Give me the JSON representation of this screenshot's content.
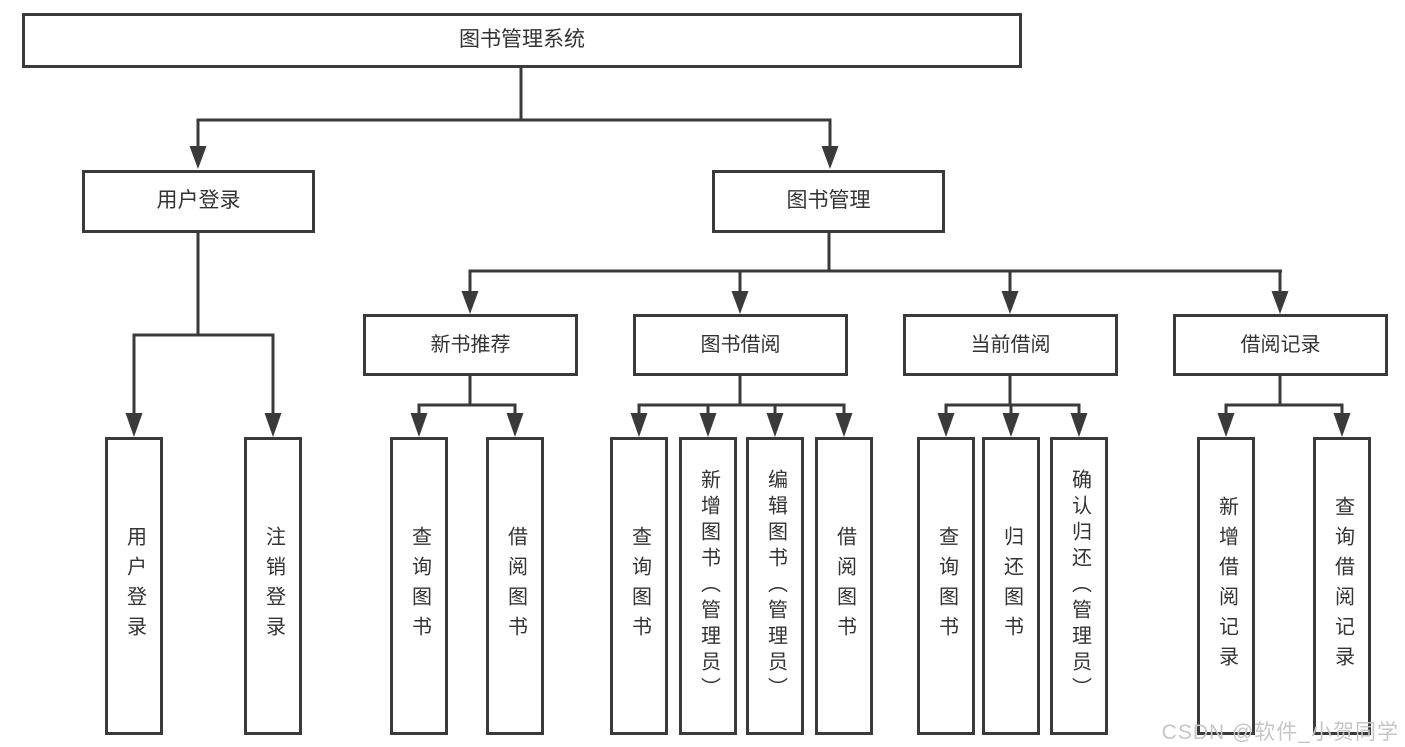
{
  "tree": {
    "root": "图书管理系统",
    "user_login": {
      "label": "用户登录",
      "leaves": [
        "用户登录",
        "注销登录"
      ]
    },
    "book_management": {
      "label": "图书管理",
      "modules": [
        {
          "label": "新书推荐",
          "leaves": [
            "查询图书",
            "借阅图书"
          ]
        },
        {
          "label": "图书借阅",
          "leaves": [
            "查询图书",
            "新增图书（管理员）",
            "编辑图书（管理员）",
            "借阅图书"
          ]
        },
        {
          "label": "当前借阅",
          "leaves": [
            "查询图书",
            "归还图书",
            "确认归还（管理员）"
          ]
        },
        {
          "label": "借阅记录",
          "leaves": [
            "新增借阅记录",
            "查询借阅记录"
          ]
        }
      ]
    }
  },
  "watermark": "CSDN @软件_小贺同学",
  "colors": {
    "box_border": "#3a3a3a",
    "box_background": "#ffffff",
    "connector_line": "#3a3a3a",
    "text": "#333333",
    "watermark": "#c5c6c8",
    "page_background": "#ffffff"
  }
}
